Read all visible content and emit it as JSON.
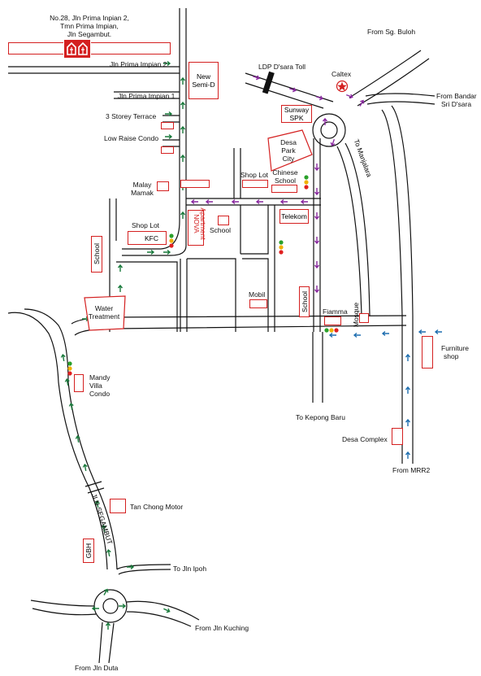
{
  "address": {
    "line1": "No.28, Jln Prima Inpian 2,",
    "line2": "Tmn Prima Impian,",
    "line3": "Jln Segambut."
  },
  "roads": {
    "jln_prima_impian_2": "Jln Prima Impian 2",
    "jln_prima_impian_1": "Jln Prima Impian 1",
    "ldp_toll": "LDP D'sara Toll",
    "from_sg_buloh": "From Sg. Buloh",
    "from_bandar_sri_dsara_1": "From Bandar",
    "from_bandar_sri_dsara_2": "Sri D'sara",
    "to_manjalara": "To Manjalara",
    "to_kepong_baru": "To Kepong Baru",
    "from_mrr2": "From MRR2",
    "jln_segambut": "JLN SEGAMBUT",
    "to_jln_ipoh": "To Jln Ipoh",
    "from_jln_kuching": "From Jln Kuching",
    "from_jln_duta": "From Jln Duta"
  },
  "landmarks": {
    "new_semi_d_1": "New",
    "new_semi_d_2": "Semi-D",
    "three_storey_terrace": "3 Storey Terrace",
    "low_raise_condo": "Low Raise Condo",
    "caltex": "Caltex",
    "sunway_spk_1": "Sunway",
    "sunway_spk_2": "SPK",
    "desa_park_city_1": "Desa",
    "desa_park_city_2": "Park",
    "desa_park_city_3": "City",
    "shop_lot_top": "Shop Lot",
    "chinese_school_1": "Chinese",
    "chinese_school_2": "School",
    "malay_mamak_1": "Malay",
    "malay_mamak_2": "Mamak",
    "telekom": "Telekom",
    "shop_lot_left": "Shop Lot",
    "kfc": "KFC",
    "nova_apartment_1": "NOVA",
    "nova_apartment_2": "Apartment",
    "school_small": "School",
    "school_left": "School",
    "water_treatment_1": "Water",
    "water_treatment_2": "Treatment",
    "mobil": "Mobil",
    "school_mid": "School",
    "fiamma": "Fiamma",
    "mosque": "Mosque",
    "furniture_shop_1": "Furniture",
    "furniture_shop_2": "shop",
    "mandy_villa_1": "Mandy",
    "mandy_villa_2": "Villa",
    "mandy_villa_3": "Condo",
    "desa_complex": "Desa Complex",
    "tan_chong_motor": "Tan Chong Motor",
    "gbh": "GBH"
  },
  "colors": {
    "road": "#111111",
    "landmark": "#d42020",
    "arrow_green": "#1a7a3c",
    "arrow_purple": "#8a2aa0",
    "arrow_blue": "#1f6fb0",
    "light_red": "#e02020",
    "light_yellow": "#f0b000",
    "light_green": "#2aa02a"
  }
}
